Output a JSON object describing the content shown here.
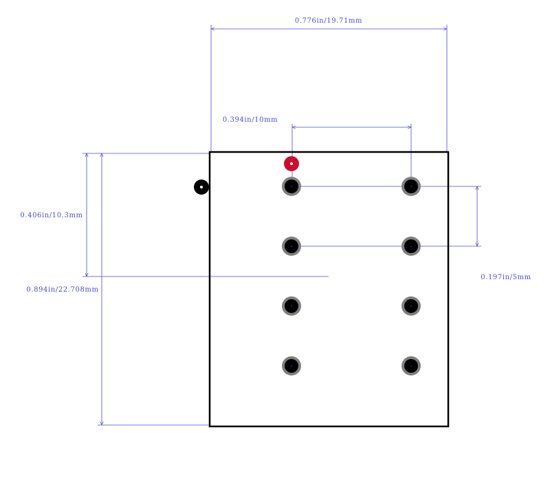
{
  "dimensions": {
    "overall_width": "0.776in/19.71mm",
    "pin_spacing_x": "0.394in/10mm",
    "pin1_to_center_y": "0.406in/10.3mm",
    "overall_height": "0.894in/22.708mm",
    "pin_pitch_y": "0.197in/5mm"
  },
  "colors": {
    "dimension": "#4a4ad8",
    "outline": "#000000",
    "pad_ring": "#7f7f7f",
    "pad_hole": "#000000",
    "pin1_marker": "#c8102e",
    "orientation_dot": "#000000",
    "background": "#ffffff"
  },
  "pads": {
    "count": 8,
    "columns": 2,
    "rows": 4
  }
}
